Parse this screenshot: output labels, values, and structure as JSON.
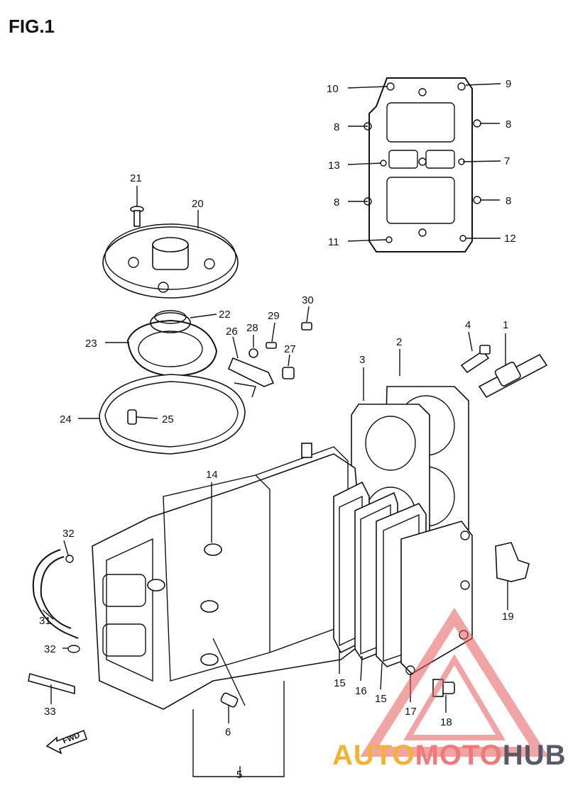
{
  "figure": {
    "title": "FIG.1"
  },
  "callouts": [
    {
      "id": "1",
      "label": "1"
    },
    {
      "id": "2",
      "label": "2"
    },
    {
      "id": "3",
      "label": "3"
    },
    {
      "id": "4",
      "label": "4"
    },
    {
      "id": "5",
      "label": "5"
    },
    {
      "id": "6",
      "label": "6"
    },
    {
      "id": "7",
      "label": "7"
    },
    {
      "id": "8a",
      "label": "8"
    },
    {
      "id": "8b",
      "label": "8"
    },
    {
      "id": "8c",
      "label": "8"
    },
    {
      "id": "8d",
      "label": "8"
    },
    {
      "id": "9",
      "label": "9"
    },
    {
      "id": "10",
      "label": "10"
    },
    {
      "id": "11",
      "label": "11"
    },
    {
      "id": "12",
      "label": "12"
    },
    {
      "id": "13",
      "label": "13"
    },
    {
      "id": "14",
      "label": "14"
    },
    {
      "id": "15a",
      "label": "15"
    },
    {
      "id": "15b",
      "label": "15"
    },
    {
      "id": "16",
      "label": "16"
    },
    {
      "id": "17",
      "label": "17"
    },
    {
      "id": "18",
      "label": "18"
    },
    {
      "id": "19",
      "label": "19"
    },
    {
      "id": "20",
      "label": "20"
    },
    {
      "id": "21",
      "label": "21"
    },
    {
      "id": "22",
      "label": "22"
    },
    {
      "id": "23",
      "label": "23"
    },
    {
      "id": "24",
      "label": "24"
    },
    {
      "id": "25",
      "label": "25"
    },
    {
      "id": "26",
      "label": "26"
    },
    {
      "id": "27",
      "label": "27"
    },
    {
      "id": "28",
      "label": "28"
    },
    {
      "id": "29",
      "label": "29"
    },
    {
      "id": "30",
      "label": "30"
    },
    {
      "id": "31",
      "label": "31"
    },
    {
      "id": "32a",
      "label": "32"
    },
    {
      "id": "32b",
      "label": "32"
    },
    {
      "id": "33",
      "label": "33"
    }
  ],
  "fwd": {
    "label": "FWD"
  },
  "watermark": {
    "part1": "AUTO",
    "part2": "MOTO",
    "part3": "HUB",
    "colors": {
      "auto": "#f2b233",
      "moto": "#f07a7a",
      "hub": "#555a66",
      "triangle": "#e85a5a"
    }
  }
}
